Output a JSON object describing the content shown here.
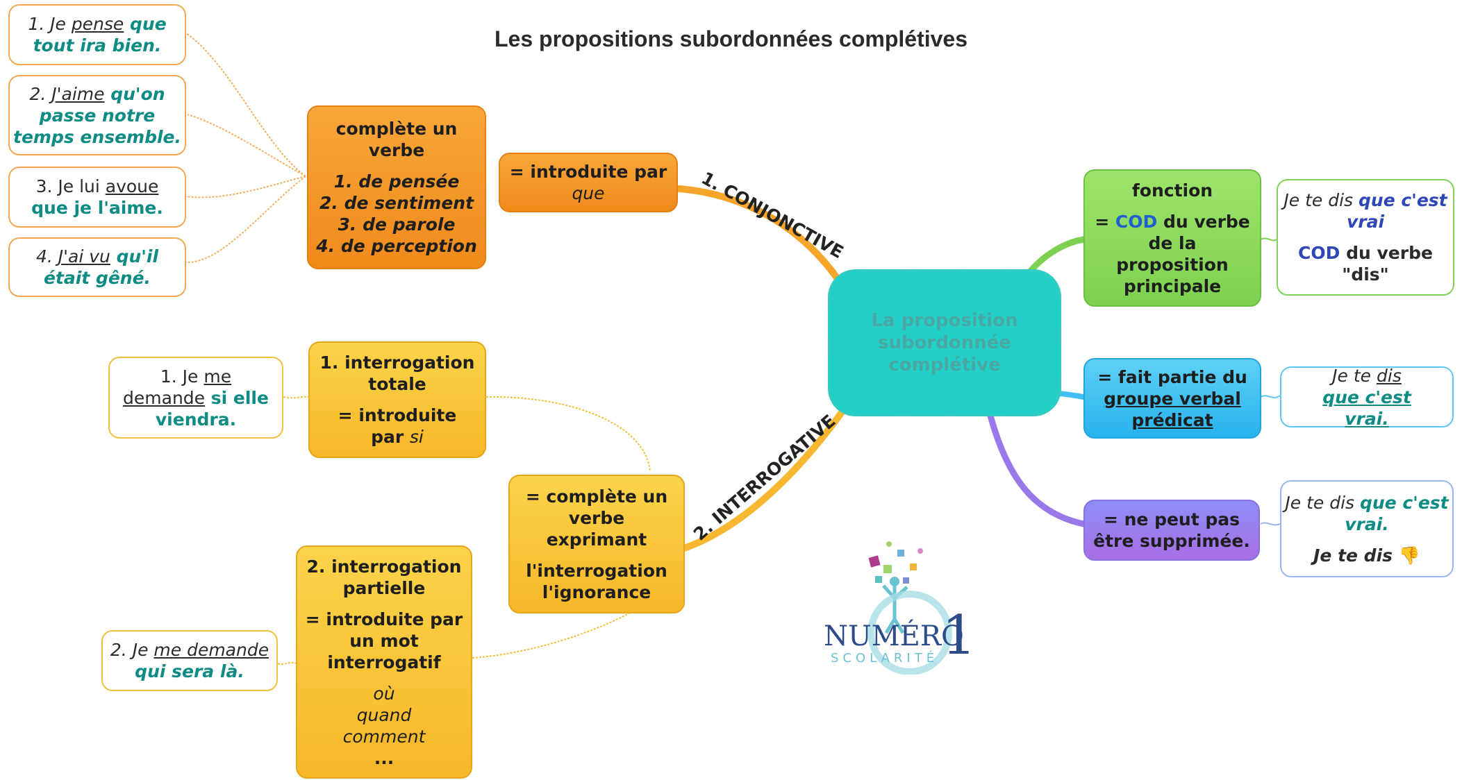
{
  "title": "Les propositions subordonnées complétives",
  "center": {
    "line1": "La proposition",
    "line2": "subordonnée",
    "line3": "complétive"
  },
  "branches": {
    "conjonctive": "1. CONJONCTIVE",
    "interrogative": "2. INTERROGATIVE"
  },
  "conj": {
    "intro": {
      "text": "= introduite par",
      "word": "que"
    },
    "verbe": {
      "title1": "complète un",
      "title2": "verbe",
      "items": [
        "1. de pensée",
        "2. de sentiment",
        "3. de parole",
        "4. de perception"
      ]
    },
    "examples": [
      {
        "a": "1. Je ",
        "u": "pense",
        "b": " que",
        "c": "tout ira bien."
      },
      {
        "a": "2. ",
        "u": "J'aime",
        "b": " qu'on",
        "c1": "passe notre",
        "c2": "temps ensemble."
      },
      {
        "a": "3. Je lui ",
        "u": "avoue",
        "c": "que je l'aime."
      },
      {
        "a": "4. ",
        "u": "J'ai vu",
        "b": " qu'il",
        "c": "était gêné."
      }
    ]
  },
  "inter": {
    "main": {
      "l1": "= complète un",
      "l2": "verbe",
      "l3": "exprimant",
      "l4": "l'interrogation",
      "l5": "l'ignorance"
    },
    "totale": {
      "l1": "1. interrogation",
      "l2": "totale",
      "l3": "=  introduite",
      "l4": "par ",
      "w": "si"
    },
    "partielle": {
      "l1": "2. interrogation",
      "l2": "partielle",
      "l3": "= introduite par",
      "l4": "un mot",
      "l5": "interrogatif",
      "words": [
        "où",
        "quand",
        "comment",
        "..."
      ]
    },
    "ex_totale": {
      "a": "1. Je ",
      "u1": "me",
      "u2": "demande",
      "b": " si elle",
      "c": "viendra."
    },
    "ex_partielle": {
      "a": "2. Je ",
      "u": "me demande",
      "c": "qui sera là."
    }
  },
  "right": {
    "fonction": {
      "title": "fonction",
      "eq": "= ",
      "cod": "COD",
      "l1": " du verbe",
      "l2": "de la",
      "l3": "proposition",
      "l4": "principale"
    },
    "ex_fonction": {
      "a": "Je te dis ",
      "b": "que c'est",
      "c": "vrai",
      "cod": "COD",
      "d": " du verbe",
      "e": "\"dis\""
    },
    "gv": {
      "l1": "= fait partie du",
      "l2": "groupe verbal",
      "l3": "prédicat"
    },
    "ex_gv": {
      "a": "Je te ",
      "u": "dis",
      "b": "que c'est",
      "c": "vrai."
    },
    "supp": {
      "l1": "= ne peut pas",
      "l2": "être supprimée."
    },
    "ex_supp": {
      "a": "Je te dis ",
      "b": "que c'est",
      "c": "vrai.",
      "d": "Je te dis"
    }
  },
  "logo": {
    "text1": "NUMÉRO",
    "text2": "1",
    "text3": "SCOLARITÉ"
  },
  "colors": {
    "orange": "#f08a1b",
    "yellow": "#f6b728",
    "green": "#7dd150",
    "blue": "#27b2ec",
    "violet": "#9a78ea",
    "teal": "#23d0c8"
  }
}
